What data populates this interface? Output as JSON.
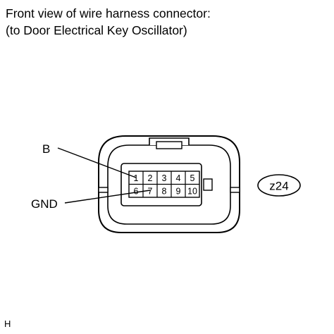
{
  "title": {
    "line1": "Front view of wire harness connector:",
    "line2": "(to Door Electrical Key Oscillator)"
  },
  "connector": {
    "pins_top": [
      "1",
      "2",
      "3",
      "4",
      "5"
    ],
    "pins_bottom": [
      "6",
      "7",
      "8",
      "9",
      "10"
    ]
  },
  "callouts": {
    "b_label": "B",
    "gnd_label": "GND"
  },
  "badge": "z24",
  "footer": "H"
}
